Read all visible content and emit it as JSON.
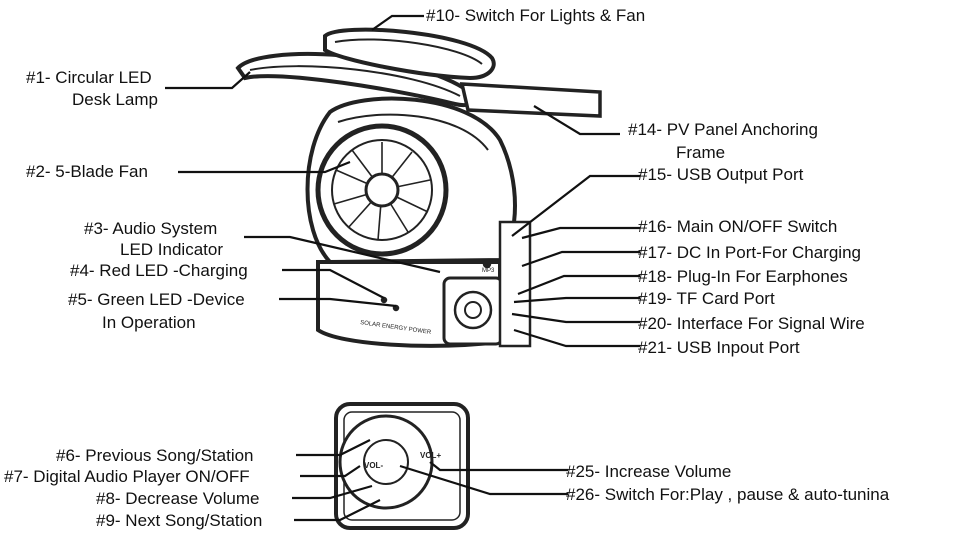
{
  "labels": {
    "l1a": "#1- Circular LED",
    "l1b": "Desk Lamp",
    "l2": "#2- 5-Blade Fan",
    "l3a": "#3- Audio System",
    "l3b": "LED Indicator",
    "l4": "#4- Red LED -Charging",
    "l5a": "#5- Green LED -Device",
    "l5b": "In Operation",
    "l6": "#6- Previous Song/Station",
    "l7": "#7- Digital Audio Player ON/OFF",
    "l8": "#8- Decrease Volume",
    "l9": "#9- Next Song/Station",
    "l10": "#10- Switch For Lights & Fan",
    "l14a": "#14- PV Panel Anchoring",
    "l14b": "Frame",
    "l15": "#15- USB Output Port",
    "l16": "#16- Main ON/OFF Switch",
    "l17": "#17- DC In Port-For Charging",
    "l18": "#18- Plug-In For Earphones",
    "l19": "#19- TF Card Port",
    "l20": "#20- Interface For Signal Wire",
    "l21": "#21- USB Inpout Port",
    "l25": "#25- Increase Volume",
    "l26": "#26- Switch For:Play , pause & auto-tunina"
  },
  "device_text": {
    "solar": "SOLAR ENERGY POWER",
    "mp3": "MP3",
    "vol_minus": "VOL-",
    "vol_plus": "VOL+"
  }
}
